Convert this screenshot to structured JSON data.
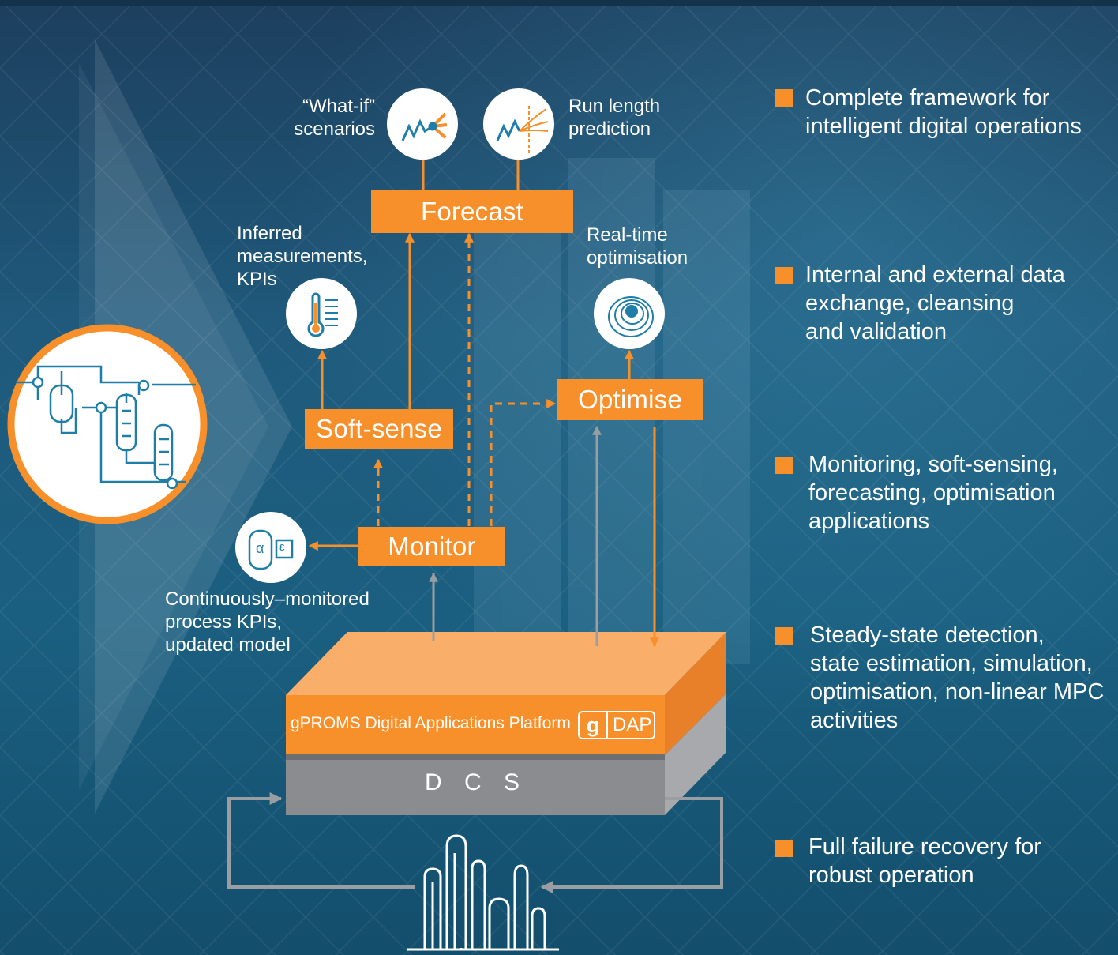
{
  "diagram": {
    "nodes": {
      "forecast": "Forecast",
      "soft_sense": "Soft-sense",
      "optimise": "Optimise",
      "monitor": "Monitor"
    },
    "labels": {
      "what_if": "“What-if”\nscenarios",
      "run_length": "Run length\nprediction",
      "inferred": "Inferred\nmeasurements,\nKPIs",
      "real_time": "Real-time\noptimisation",
      "continuous": "Continuously–monitored\nprocess KPIs,\nupdated model"
    },
    "monitor_icon_symbols": {
      "alpha": "α",
      "epsilon": "ε"
    },
    "platform": {
      "name": "gPROMS Digital Applications Platform",
      "logo_g": "g",
      "logo_dap": "DAP"
    },
    "dcs": "D C S"
  },
  "bullets": [
    "Complete framework for\nintelligent digital operations",
    "Internal and external data\nexchange, cleansing\nand validation",
    "Monitoring, soft-sensing,\nforecasting, optimisation\napplications",
    "Steady-state detection,\nstate estimation, simulation,\noptimisation, non-linear MPC\nactivities",
    "Full failure recovery for\nrobust operation"
  ],
  "colors": {
    "accent": "#f7902b",
    "platform_top": "#f9ae69",
    "platform_side": "#e8802a",
    "dcs_front": "#8a8c8f",
    "dcs_side": "#a7a9ac",
    "icon_stroke": "#1f7ea8"
  }
}
